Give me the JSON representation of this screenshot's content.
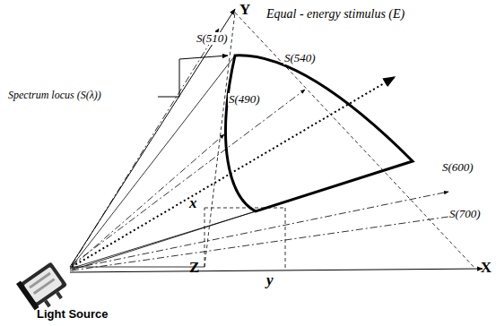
{
  "diagram": {
    "labels": [
      "Y",
      "X",
      "Z",
      "x",
      "y",
      "S(510)",
      "S(540)",
      "Equal - energy stimulus (E)",
      "S(490)",
      "S(600)",
      "S(700)",
      "Spectrum locus (S(λ))",
      "Light Source"
    ]
  }
}
